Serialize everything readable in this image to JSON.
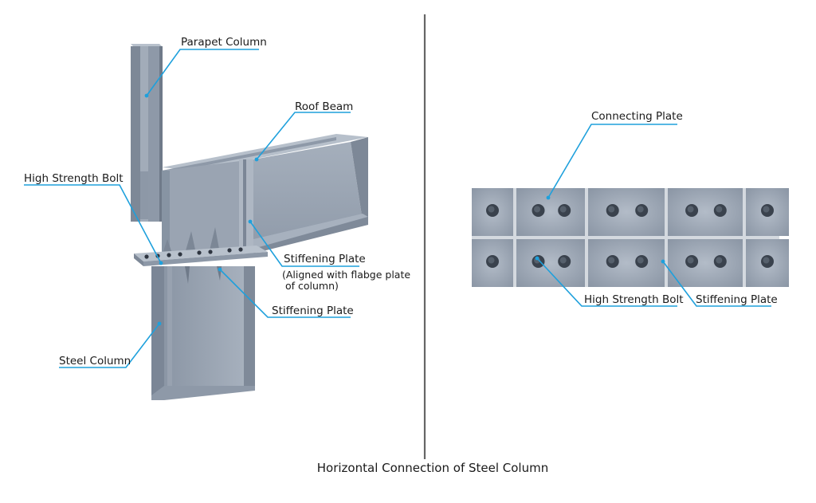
{
  "caption": "Horizontal Connection of Steel Column",
  "left_labels": {
    "parapet_column": "Parapet Column",
    "roof_beam": "Roof Beam",
    "high_strength_bolt": "High Strength Bolt",
    "stiffening_plate_aligned": "Stiffening Plate",
    "aligned_note_line1": "(Aligned with flabge plate",
    "aligned_note_line2": "of column)",
    "stiffening_plate": "Stiffening Plate",
    "steel_column": "Steel Column"
  },
  "right_labels": {
    "connecting_plate": "Connecting Plate",
    "high_strength_bolt": "High Strength Bolt",
    "stiffening_plate": "Stiffening Plate"
  },
  "colors": {
    "steel_light": "#a9b3c0",
    "steel_mid": "#8e99a8",
    "steel_dark": "#6f7a89",
    "leader": "#1ea0dc",
    "divider": "#666666",
    "bolt": "#2e3540"
  },
  "bolt_plate": {
    "rows": 2,
    "cells_per_row": 5,
    "bolts_per_cell": [
      1,
      2,
      2,
      2,
      1
    ]
  }
}
